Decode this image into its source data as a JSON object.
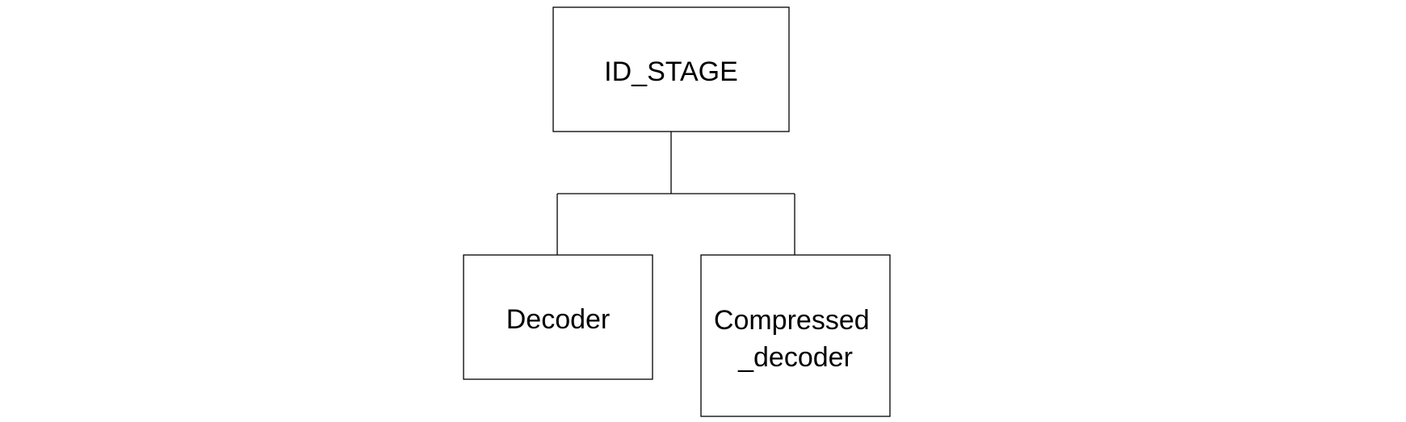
{
  "diagram": {
    "root": {
      "label": "ID_STAGE"
    },
    "children": [
      {
        "label": "Decoder"
      },
      {
        "label_line1": "Compressed",
        "label_line2": "_decoder"
      }
    ]
  }
}
